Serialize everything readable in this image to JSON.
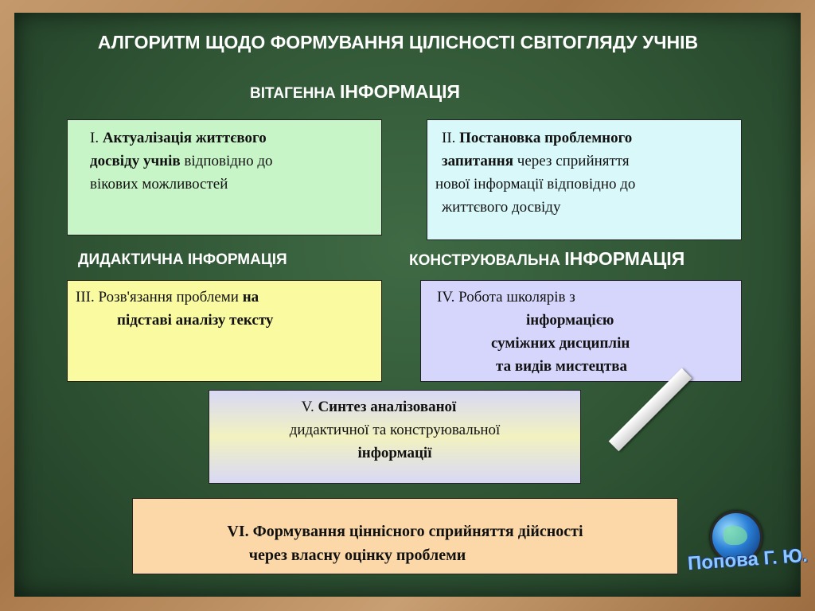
{
  "title": "АЛГОРИТМ ЩОДО ФОРМУВАННЯ ЦІЛІСНОСТІ СВІТОГЛЯДУ  УЧНІВ",
  "headings": {
    "vital_a": "ВІТАГЕННА ",
    "vital_b": "ІНФОРМАЦІЯ",
    "didactic": "ДИДАКТИЧНА ІНФОРМАЦІЯ",
    "constr_a": "КОНСТРУЮВАЛЬНА ",
    "constr_b": "ІНФОРМАЦІЯ"
  },
  "box1": {
    "num": "І. ",
    "l1_bold": "Актуалізація  життєвого",
    "l2_bold": "досвіду   учнів",
    "l2_text": " відповідно до",
    "l3": "вікових   можливостей"
  },
  "box2": {
    "num": "ІІ.  ",
    "l1_bold": "Постановка проблемного",
    "l2_bold": "запитання",
    "l2_text": " через сприйняття",
    "l3": "нової  інформації відповідно до",
    "l4": "життєвого досвіду"
  },
  "box3": {
    "num": "ІІІ.   ",
    "l1_text": "Розв'язання проблеми ",
    "l1_bold": "на",
    "l2_bold": "підставі аналізу тексту"
  },
  "box4": {
    "l1": "ІV. Робота  школярів з",
    "l2": "інформацією",
    "l3": "суміжних дисциплін",
    "l4": "та  видів мистецтва"
  },
  "box5": {
    "num": "V. ",
    "l1_bold": "Синтез   аналізованої",
    "l2": "дидактичної та конструювальної",
    "l3": "інформації"
  },
  "box6": {
    "l1": "VІ. Формування  ціннісного сприйняття  дійсності",
    "l2": "через власну оцінку  проблеми"
  },
  "author": "Попова Г. Ю.",
  "icons": {
    "globe": "globe-icon",
    "chalk": "chalk-icon"
  },
  "colors": {
    "board": "#2f5434",
    "frame": "#b08458"
  }
}
